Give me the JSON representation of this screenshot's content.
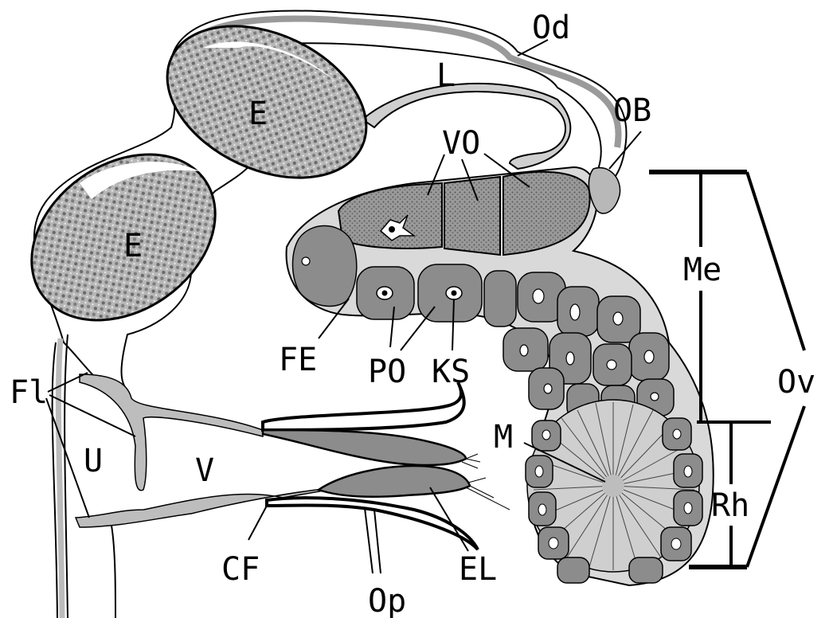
{
  "diagram": {
    "labels": {
      "od": "Od",
      "l": "L",
      "ob": "OB",
      "vo": "VO",
      "e_upper": "E",
      "e_lower": "E",
      "me": "Me",
      "ov": "Ov",
      "rh": "Rh",
      "fe": "FE",
      "po": "PO",
      "ks": "KS",
      "fl": "Fl",
      "u": "U",
      "v": "V",
      "m": "M",
      "cf": "CF",
      "el": "EL",
      "op": "Op"
    },
    "colors": {
      "tissue_fill": "#d9d9d9",
      "cell_fill": "#8c8c8c",
      "egg_fill": "#b4b4b4",
      "line": "#000000",
      "background": "#ffffff"
    }
  }
}
